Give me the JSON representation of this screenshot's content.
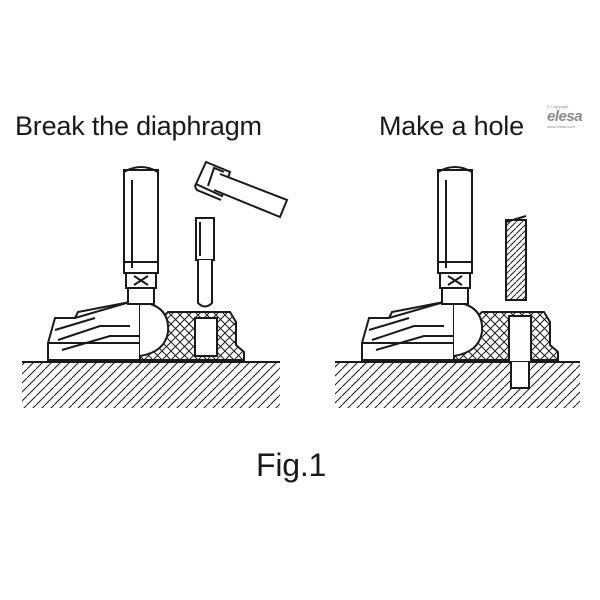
{
  "labels": {
    "left_title": "Break the diaphragm",
    "right_title": "Make a hole",
    "caption": "Fig.1"
  },
  "logo": {
    "copyright": "© Copyright",
    "brand": "elesa",
    "site": "www.elesa.com"
  },
  "colors": {
    "ink": "#1a1a1a",
    "logo_grey": "#8a8a8a",
    "background": "#ffffff"
  }
}
